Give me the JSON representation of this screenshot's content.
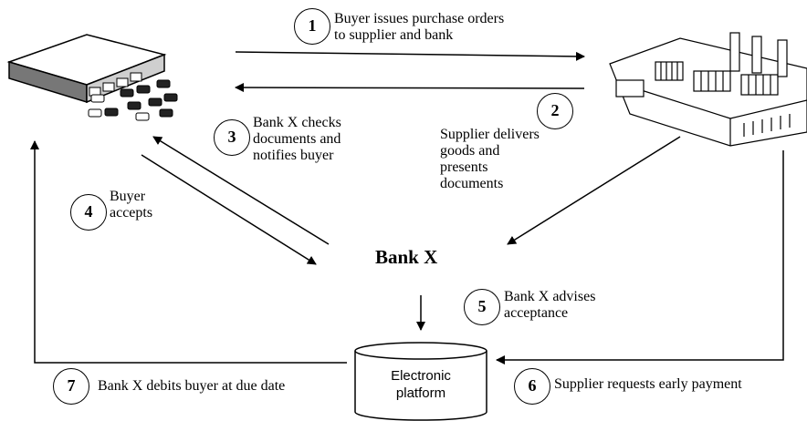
{
  "bank": {
    "label": "Bank X"
  },
  "platform": {
    "line1": "Electronic",
    "line2": "platform"
  },
  "steps": [
    {
      "number": "1",
      "lines": [
        "Buyer issues purchase orders",
        "to supplier and bank"
      ]
    },
    {
      "number": "2",
      "lines": [
        "Supplier delivers",
        "goods and",
        "presents",
        "documents"
      ]
    },
    {
      "number": "3",
      "lines": [
        "Bank X checks",
        "documents and",
        "notifies buyer"
      ]
    },
    {
      "number": "4",
      "lines": [
        "Buyer",
        "accepts"
      ]
    },
    {
      "number": "5",
      "lines": [
        "Bank X advises",
        "acceptance"
      ]
    },
    {
      "number": "6",
      "lines": [
        "Supplier requests early payment"
      ]
    },
    {
      "number": "7",
      "lines": [
        "Bank X debits buyer at due date"
      ]
    }
  ]
}
